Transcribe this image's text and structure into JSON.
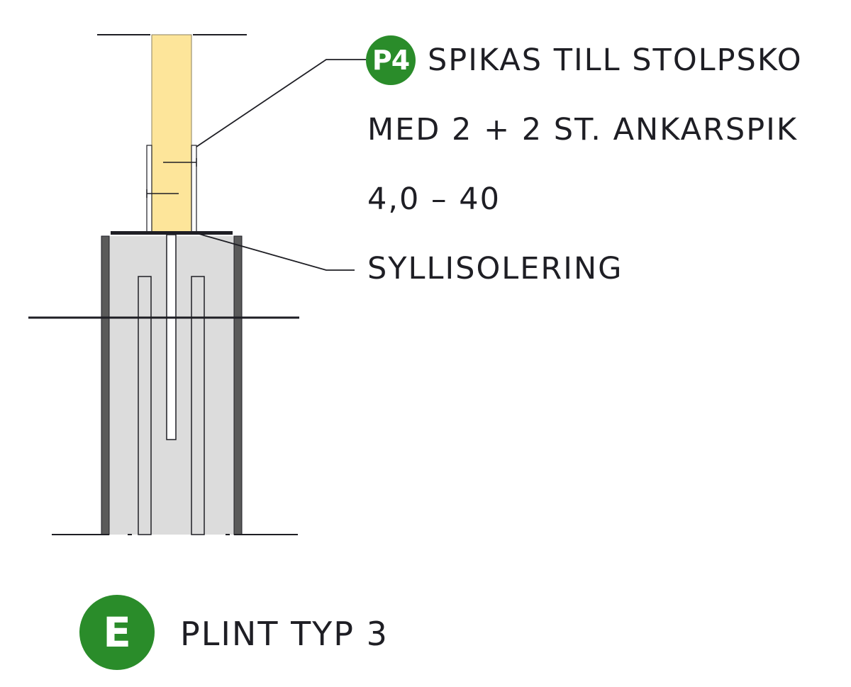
{
  "colors": {
    "accent_green": "#2a8c2a",
    "wood": "#fde59a",
    "concrete": "#dcdcdc",
    "steel_form": "#5a5a5a",
    "line": "#1e1e24"
  },
  "callout_p4": {
    "badge": "P4",
    "line1": "SPIKAS TILL STOLPSKO",
    "line2": "MED 2 + 2 ST. ANKARSPIK",
    "line3": "4,0 – 40"
  },
  "callout_sill": {
    "label": "SYLLISOLERING"
  },
  "caption": {
    "badge": "E",
    "label": "PLINT TYP 3"
  }
}
